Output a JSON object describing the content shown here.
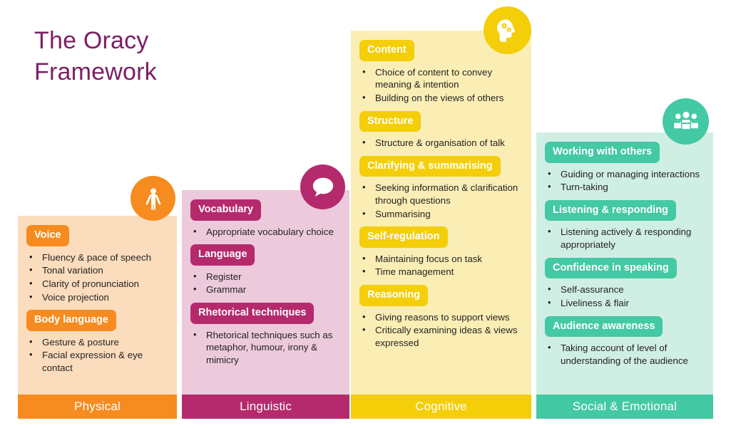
{
  "title": {
    "line1": "The Oracy",
    "line2": "Framework",
    "color": "#7b1f63"
  },
  "columns": [
    {
      "key": "physical",
      "footer_label": "Physical",
      "accent": "#f68c1f",
      "panel_bg": "#fbddbd",
      "icon": "person-arms-raised-icon",
      "groups": [
        {
          "heading": "Voice",
          "points": [
            "Fluency & pace of speech",
            "Tonal variation",
            "Clarity of pronunciation",
            "Voice projection"
          ]
        },
        {
          "heading": "Body language",
          "points": [
            "Gesture & posture",
            "Facial expression & eye contact"
          ]
        }
      ]
    },
    {
      "key": "linguistic",
      "footer_label": "Linguistic",
      "accent": "#b52a6d",
      "panel_bg": "#eccadc",
      "icon": "speech-bubble-icon",
      "groups": [
        {
          "heading": "Vocabulary",
          "points": [
            "Appropriate vocabulary choice"
          ]
        },
        {
          "heading": "Language",
          "points": [
            "Register",
            "Grammar"
          ]
        },
        {
          "heading": "Rhetorical techniques",
          "points": [
            "Rhetorical techniques such as metaphor, humour, irony & mimicry"
          ]
        }
      ]
    },
    {
      "key": "cognitive",
      "footer_label": "Cognitive",
      "accent": "#f3ce09",
      "panel_bg": "#faeeb5",
      "icon": "head-with-gears-icon",
      "groups": [
        {
          "heading": "Content",
          "points": [
            "Choice of content to convey meaning & intention",
            "Building on the views of others"
          ]
        },
        {
          "heading": "Structure",
          "points": [
            "Structure & organisation of talk"
          ]
        },
        {
          "heading": "Clarifying & summarising",
          "points": [
            "Seeking information & clarification through questions",
            "Summarising"
          ]
        },
        {
          "heading": "Self-regulation",
          "points": [
            "Maintaining focus on task",
            "Time management"
          ]
        },
        {
          "heading": "Reasoning",
          "points": [
            "Giving reasons to support views",
            "Critically examining ideas & views expressed"
          ]
        }
      ]
    },
    {
      "key": "social",
      "footer_label": "Social & Emotional",
      "accent": "#43c9a3",
      "panel_bg": "#d0efe4",
      "icon": "group-of-people-icon",
      "groups": [
        {
          "heading": "Working with others",
          "points": [
            "Guiding or managing interactions",
            "Turn-taking"
          ]
        },
        {
          "heading": "Listening & responding",
          "points": [
            "Listening actively & responding appropriately"
          ]
        },
        {
          "heading": "Confidence in speaking",
          "points": [
            "Self-assurance",
            "Liveliness & flair"
          ]
        },
        {
          "heading": "Audience awareness",
          "points": [
            "Taking account of level of understanding of the audience"
          ]
        }
      ]
    }
  ]
}
